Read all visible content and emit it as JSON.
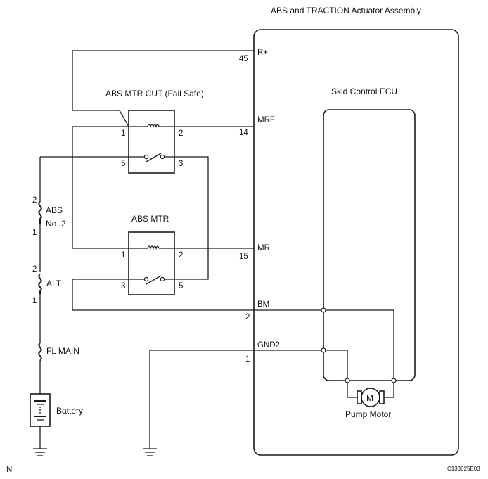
{
  "title": "ABS and TRACTION Actuator Assembly",
  "ecu_label": "Skid Control ECU",
  "relays": {
    "fail_safe": {
      "label": "ABS MTR CUT (Fail Safe)",
      "pins": [
        "1",
        "2",
        "5",
        "3"
      ]
    },
    "motor": {
      "label": "ABS MTR",
      "pins": [
        "1",
        "2",
        "3",
        "5"
      ]
    }
  },
  "terminals": [
    {
      "name": "R+",
      "pin": "45"
    },
    {
      "name": "MRF",
      "pin": "14"
    },
    {
      "name": "MR",
      "pin": "15"
    },
    {
      "name": "BM",
      "pin": "2"
    },
    {
      "name": "GND2",
      "pin": "1"
    }
  ],
  "fuses": [
    {
      "name": "ABS",
      "name2": "No. 2",
      "pin_top": "2",
      "pin_bottom": "1"
    },
    {
      "name": "ALT",
      "pin_top": "2",
      "pin_bottom": "1"
    },
    {
      "name": "FL MAIN"
    }
  ],
  "battery_label": "Battery",
  "pump_motor_label": "Pump Motor",
  "motor_symbol": "M",
  "corner_left": "N",
  "figure_code": "C133025E03"
}
